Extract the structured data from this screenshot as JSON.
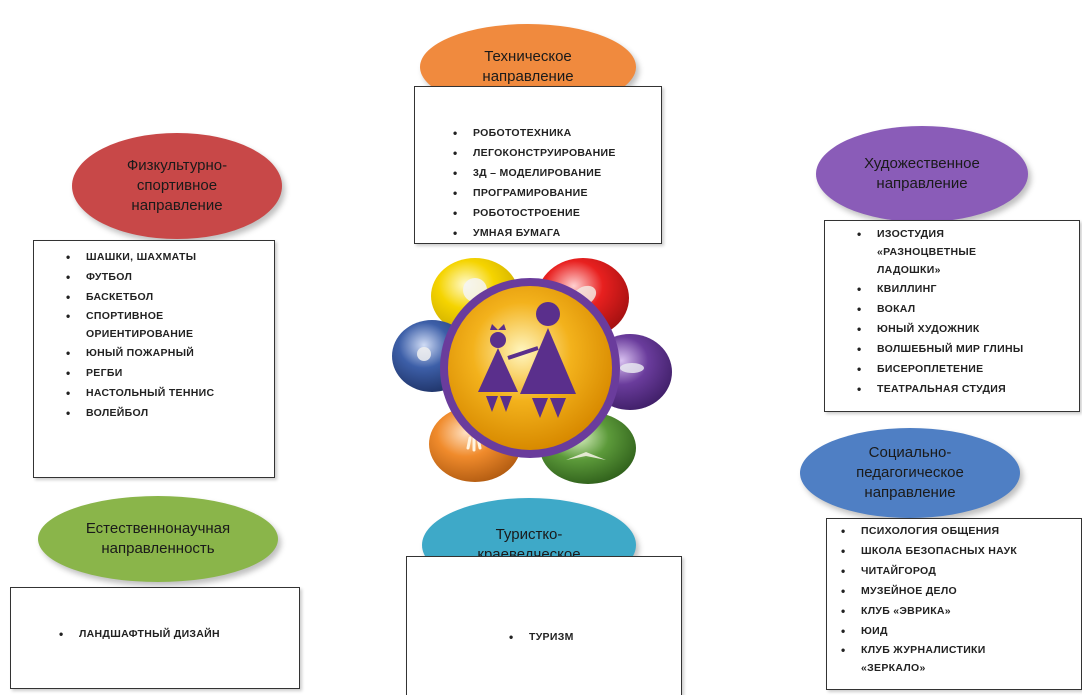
{
  "sections": {
    "tech": {
      "title": "Техническое\nнаправление",
      "color": "#f08a3e",
      "items": [
        "РОБОТОТЕХНИКА",
        "ЛЕГОКОНСТРУИРОВАНИЕ",
        "3Д – МОДЕЛИРОВАНИЕ",
        "ПРОГРАМИРОВАНИЕ",
        "РОБОТОСТРОЕНИЕ",
        "УМНАЯ БУМАГА"
      ]
    },
    "sport": {
      "title": "Физкультурно-\nспортивное\nнаправление",
      "color": "#c84848",
      "items": [
        "ШАШКИ, ШАХМАТЫ",
        "ФУТБОЛ",
        "БАСКЕТБОЛ",
        "СПОРТИВНОЕ\nОРИЕНТИРОВАНИЕ",
        "ЮНЫЙ ПОЖАРНЫЙ",
        "РЕГБИ",
        "НАСТОЛЬНЫЙ ТЕННИС",
        "ВОЛЕЙБОЛ"
      ]
    },
    "art": {
      "title": "Художественное\nнаправление",
      "color": "#8a5cb8",
      "items": [
        "ИЗОСТУДИЯ\n«РАЗНОЦВЕТНЫЕ\nЛАДОШКИ»",
        "КВИЛЛИНГ",
        "ВОКАЛ",
        "ЮНЫЙ ХУДОЖНИК",
        "ВОЛШЕБНЫЙ МИР ГЛИНЫ",
        "БИСЕРОПЛЕТЕНИЕ",
        "ТЕАТРАЛЬНАЯ СТУДИЯ"
      ]
    },
    "social": {
      "title": "Социально-\nпедагогическое\nнаправление",
      "color": "#4f7fc4",
      "items": [
        "ПСИХОЛОГИЯ ОБЩЕНИЯ",
        "ШКОЛА БЕЗОПАСНЫХ НАУК",
        "ЧИТАЙГОРОД",
        "МУЗЕЙНОЕ ДЕЛО",
        "КЛУБ «ЭВРИКА»",
        "ЮИД",
        "КЛУБ ЖУРНАЛИСТИКИ\n«ЗЕРКАЛО»"
      ]
    },
    "nature": {
      "title": "Естественнонаучная\nнаправленность",
      "color": "#8ab54a",
      "items": [
        "ЛАНДШАФТНЫЙ ДИЗАЙН"
      ]
    },
    "tourism": {
      "title": "Туристко-\nкраеведческое",
      "color": "#3ea9c8",
      "items": [
        "ТУРИЗМ"
      ]
    }
  },
  "flower": {
    "petal_colors": [
      "#f5d400",
      "#e8201f",
      "#6a3c9c",
      "#5c9a3a",
      "#f08b2c",
      "#3d5fa8"
    ],
    "center_color": "#f3b21c",
    "ring_color": "#6a3c9c",
    "figure_color": "#5a2f8c"
  }
}
